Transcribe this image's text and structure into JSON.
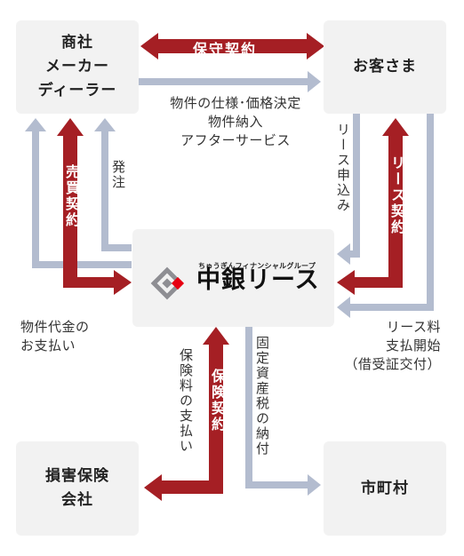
{
  "entities": {
    "trading_company": "商社\nメーカー\nディーラー",
    "customer": "お客さま",
    "insurance_company": "損害保険\n会社",
    "municipality": "市町村",
    "lessor_group": "ちゅうぎんフィナンシャルグループ",
    "lessor": "中銀リース"
  },
  "contracts": {
    "maintenance": "保守契約",
    "sales": "売買契約",
    "lease": "リース契約",
    "insurance": "保険契約"
  },
  "flows": {
    "specs": "物件の仕様･価格決定\n物件納入\nアフターサービス",
    "order": "発注",
    "lease_application": "リース申込み",
    "payment": "物件代金の\nお支払い",
    "lease_fee": "リース料\n支払開始\n（借受証交付）",
    "insurance_payment": "保険料の支払い",
    "property_tax": "固定資産税の納付"
  },
  "colors": {
    "contract_arrow": "#a51f24",
    "flow_arrow": "#b3bccf",
    "box_bg": "#f2f2f2",
    "logo_red": "#e60012",
    "logo_gray": "#8e8e93"
  }
}
